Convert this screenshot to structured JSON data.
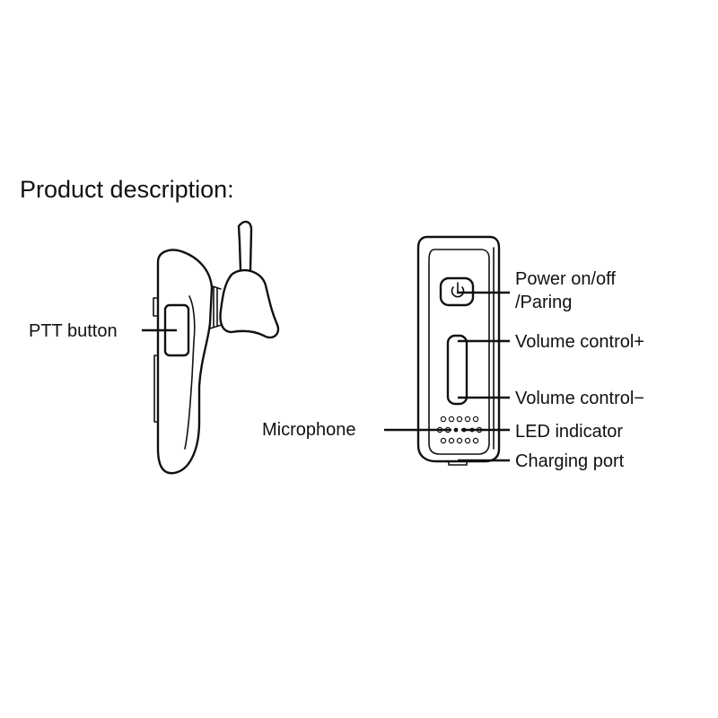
{
  "title": "Product description:",
  "labels": {
    "ptt_button": "PTT button",
    "power_line1": "Power on/off",
    "power_line2": "/Paring",
    "volume_up": "Volume control+",
    "volume_down": "Volume control−",
    "microphone": "Microphone",
    "led_indicator": "LED indicator",
    "charging_port": "Charging port"
  },
  "icons": {
    "power": "power-icon"
  },
  "colors": {
    "line": "#111111",
    "background": "#ffffff"
  }
}
